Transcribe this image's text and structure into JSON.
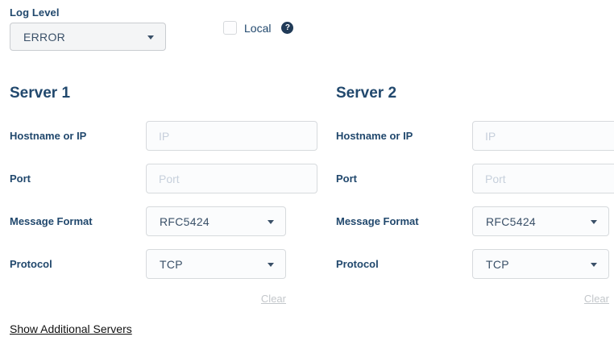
{
  "log_level": {
    "label": "Log Level",
    "value": "ERROR"
  },
  "local": {
    "label": "Local"
  },
  "icons": {
    "help_glyph": "?"
  },
  "servers": [
    {
      "title": "Server 1",
      "hostname_label": "Hostname or IP",
      "hostname_placeholder": "IP",
      "hostname_value": "",
      "port_label": "Port",
      "port_placeholder": "Port",
      "port_value": "",
      "message_format_label": "Message Format",
      "message_format_value": "RFC5424",
      "protocol_label": "Protocol",
      "protocol_value": "TCP",
      "clear_label": "Clear"
    },
    {
      "title": "Server 2",
      "hostname_label": "Hostname or IP",
      "hostname_placeholder": "IP",
      "hostname_value": "",
      "port_label": "Port",
      "port_placeholder": "Port",
      "port_value": "",
      "message_format_label": "Message Format",
      "message_format_value": "RFC5424",
      "protocol_label": "Protocol",
      "protocol_value": "TCP",
      "clear_label": "Clear"
    }
  ],
  "show_additional": {
    "label": "Show Additional Servers"
  },
  "colors": {
    "label_navy": "#21486d",
    "value_navy": "#3a5068",
    "placeholder": "#c7d0dc",
    "input_border": "#d7dadd",
    "input_bg": "#fbfcfd",
    "select_bg": "#f4f5f6",
    "clear_gray": "#c3c7cb",
    "help_icon_bg": "#203a57",
    "link_black": "#111111"
  }
}
